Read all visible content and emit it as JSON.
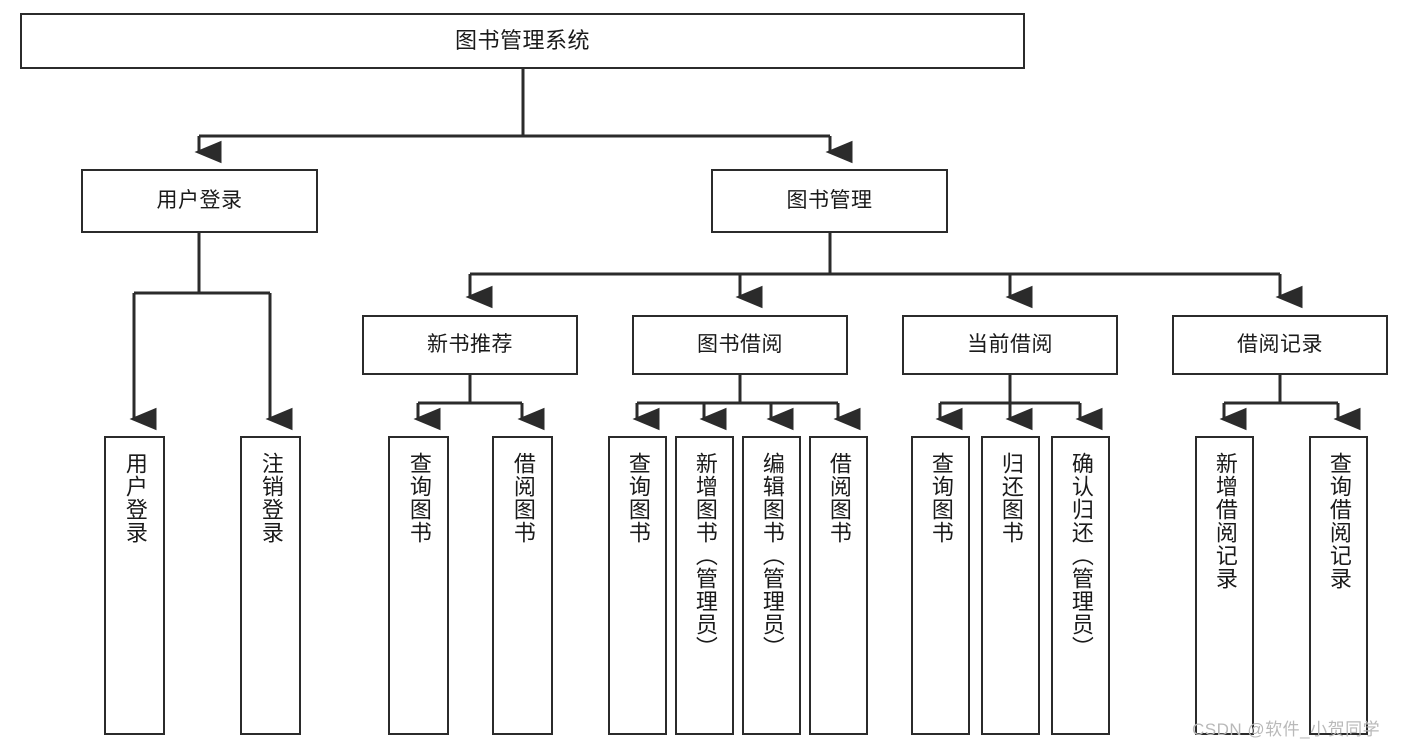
{
  "diagram": {
    "title": "图书管理系统",
    "type": "功能结构图",
    "levels": {
      "root": {
        "id": "root",
        "label": "图书管理系统"
      },
      "level2": [
        {
          "id": "user-login",
          "label": "用户登录"
        },
        {
          "id": "book-manage",
          "label": "图书管理"
        }
      ],
      "level3": [
        {
          "id": "new-book-recommend",
          "label": "新书推荐",
          "parent": "book-manage"
        },
        {
          "id": "book-borrow",
          "label": "图书借阅",
          "parent": "book-manage"
        },
        {
          "id": "current-borrow",
          "label": "当前借阅",
          "parent": "book-manage"
        },
        {
          "id": "borrow-record",
          "label": "借阅记录",
          "parent": "book-manage"
        }
      ],
      "leaves": [
        {
          "id": "leaf-user-login",
          "label": "用户登录",
          "parent": "user-login"
        },
        {
          "id": "leaf-user-logout",
          "label": "注销登录",
          "parent": "user-login"
        },
        {
          "id": "leaf-query-book-rec",
          "label": "查询图书",
          "parent": "new-book-recommend"
        },
        {
          "id": "leaf-borrow-book-rec",
          "label": "借阅图书",
          "parent": "new-book-recommend"
        },
        {
          "id": "leaf-query-book-bb",
          "label": "查询图书",
          "parent": "book-borrow"
        },
        {
          "id": "leaf-add-book",
          "label": "新增图书（管理员）",
          "parent": "book-borrow"
        },
        {
          "id": "leaf-edit-book",
          "label": "编辑图书（管理员）",
          "parent": "book-borrow"
        },
        {
          "id": "leaf-borrow-book-bb",
          "label": "借阅图书",
          "parent": "book-borrow"
        },
        {
          "id": "leaf-query-book-cb",
          "label": "查询图书",
          "parent": "current-borrow"
        },
        {
          "id": "leaf-return-book",
          "label": "归还图书",
          "parent": "current-borrow"
        },
        {
          "id": "leaf-confirm-return",
          "label": "确认归还（管理员）",
          "parent": "current-borrow"
        },
        {
          "id": "leaf-add-record",
          "label": "新增借阅记录",
          "parent": "borrow-record"
        },
        {
          "id": "leaf-query-record",
          "label": "查询借阅记录",
          "parent": "borrow-record"
        }
      ]
    },
    "colors": {
      "stroke": "#2b2b2b",
      "fill": "#ffffff",
      "text": "#1a1a1a",
      "watermark": "#b9b9b9"
    }
  },
  "watermark": {
    "text": "CSDN @软件_小贺同学"
  }
}
